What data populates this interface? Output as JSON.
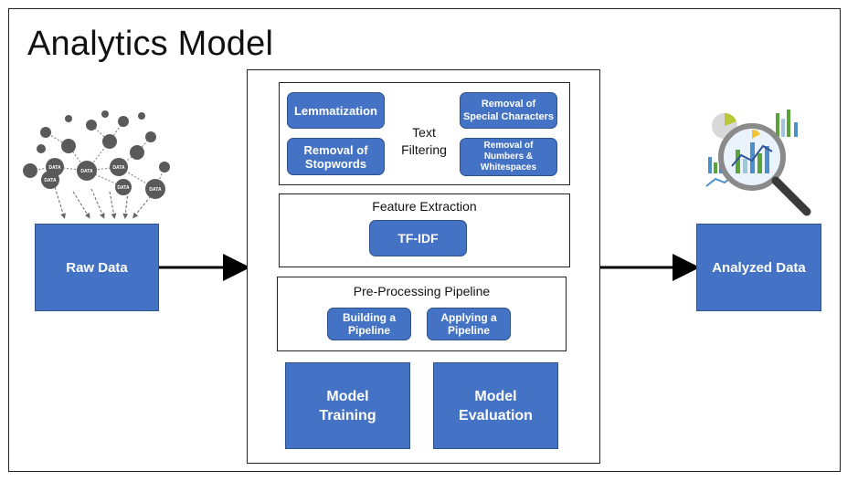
{
  "title": "Analytics Model",
  "raw_data": {
    "label": "Raw Data",
    "cluster_node_text": "DATA"
  },
  "analyzed_data": {
    "label": "Analyzed Data"
  },
  "text_filtering": {
    "label_line1": "Text",
    "label_line2": "Filtering",
    "lemmatization": "Lemmatization",
    "removal_stopwords_l1": "Removal of",
    "removal_stopwords_l2": "Stopwords",
    "special_chars_l1": "Removal of",
    "special_chars_l2": "Special Characters",
    "numbers_l1": "Removal of",
    "numbers_l2": "Numbers &",
    "numbers_l3": "Whitespaces"
  },
  "feature_extraction": {
    "label": "Feature Extraction",
    "tfidf": "TF-IDF"
  },
  "preprocessing": {
    "label": "Pre-Processing Pipeline",
    "building_l1": "Building a",
    "building_l2": "Pipeline",
    "applying_l1": "Applying a",
    "applying_l2": "Pipeline"
  },
  "model_training": {
    "l1": "Model",
    "l2": "Training"
  },
  "model_evaluation": {
    "l1": "Model",
    "l2": "Evaluation"
  },
  "colors": {
    "accent": "#4472C4",
    "accent_border": "#2F528F",
    "line": "#000000"
  }
}
